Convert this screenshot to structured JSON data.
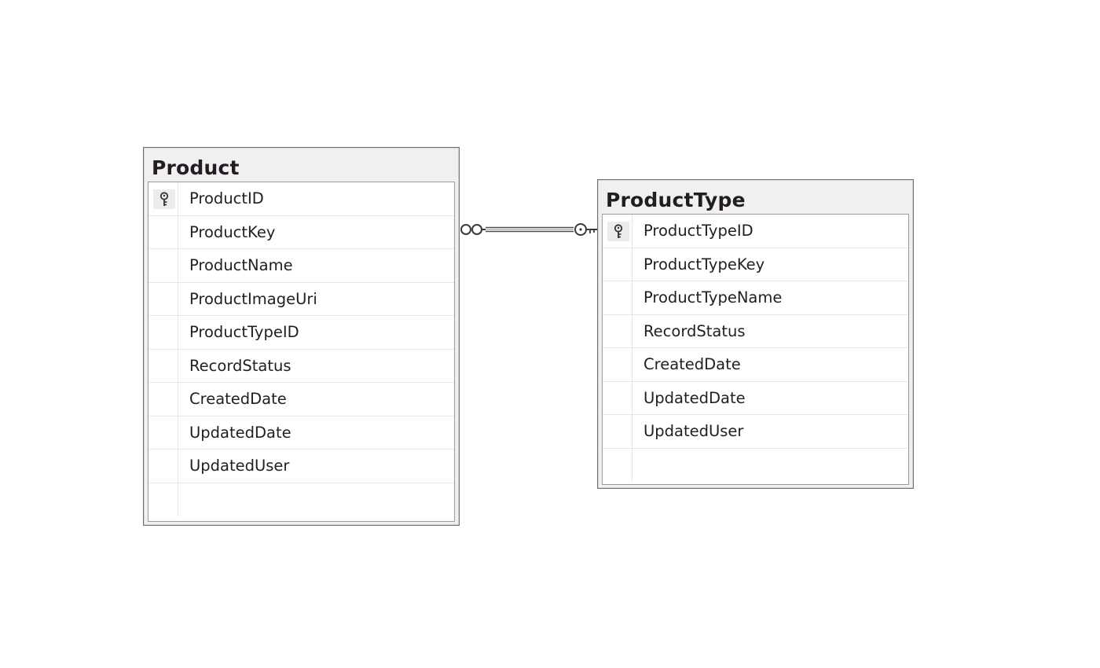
{
  "tables": [
    {
      "name": "Product",
      "columns": [
        {
          "name": "ProductID",
          "primary_key": true
        },
        {
          "name": "ProductKey",
          "primary_key": false
        },
        {
          "name": "ProductName",
          "primary_key": false
        },
        {
          "name": "ProductImageUri",
          "primary_key": false
        },
        {
          "name": "ProductTypeID",
          "primary_key": false
        },
        {
          "name": "RecordStatus",
          "primary_key": false
        },
        {
          "name": "CreatedDate",
          "primary_key": false
        },
        {
          "name": "UpdatedDate",
          "primary_key": false
        },
        {
          "name": "UpdatedUser",
          "primary_key": false
        }
      ]
    },
    {
      "name": "ProductType",
      "columns": [
        {
          "name": "ProductTypeID",
          "primary_key": true
        },
        {
          "name": "ProductTypeKey",
          "primary_key": false
        },
        {
          "name": "ProductTypeName",
          "primary_key": false
        },
        {
          "name": "RecordStatus",
          "primary_key": false
        },
        {
          "name": "CreatedDate",
          "primary_key": false
        },
        {
          "name": "UpdatedDate",
          "primary_key": false
        },
        {
          "name": "UpdatedUser",
          "primary_key": false
        }
      ]
    }
  ],
  "relationship": {
    "from_table": "Product",
    "to_table": "ProductType",
    "from_end": "many",
    "to_end": "one-key"
  },
  "colors": {
    "line": "#505050",
    "title_bg": "#f0f0f0",
    "border": "#707070"
  }
}
